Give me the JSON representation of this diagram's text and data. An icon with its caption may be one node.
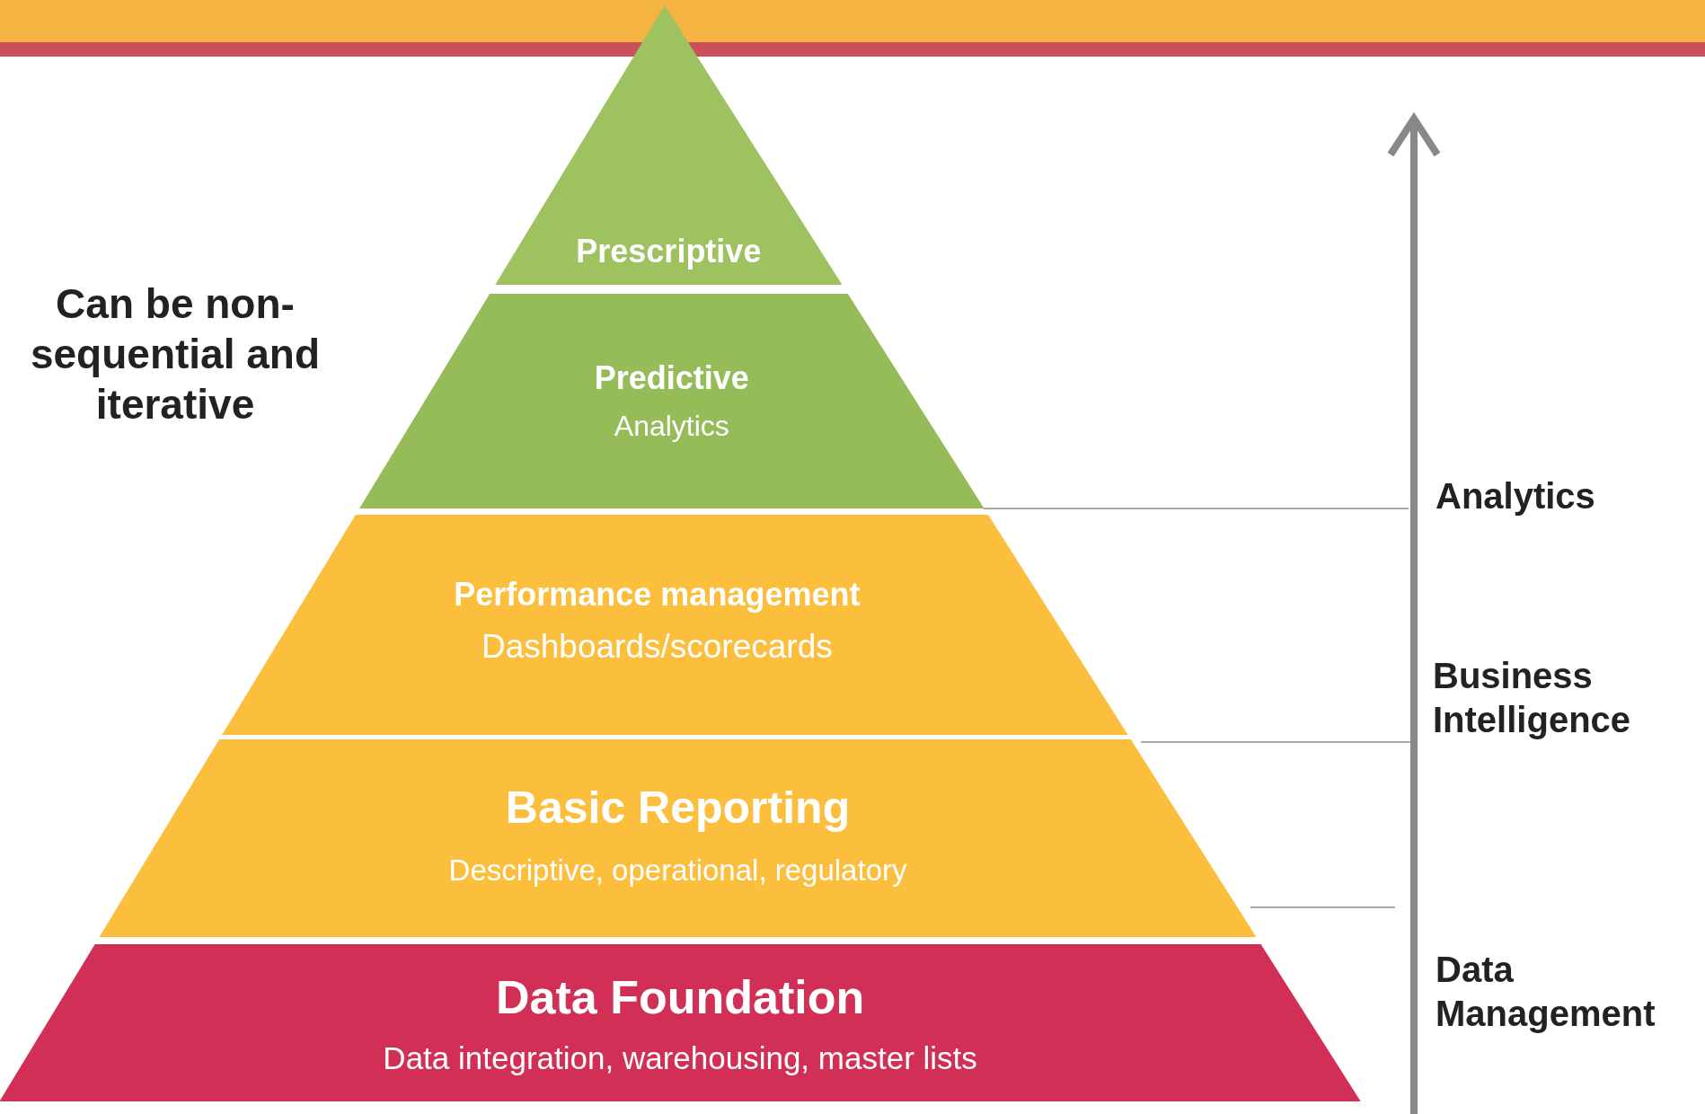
{
  "diagram": {
    "nodes": [
      {
        "text": [
          "Prescriptive"
        ]
      },
      {
        "text": [
          "Predictive",
          "Analytics"
        ]
      },
      {
        "text": [
          "Performance management",
          "Dashboards/scorecards"
        ]
      },
      {
        "text": [
          "Basic Reporting",
          "Descriptive, operational, regulatory"
        ]
      },
      {
        "text": [
          "Data Foundation",
          "Data integration, warehousing, master lists"
        ]
      }
    ],
    "labels": [
      "Can be non-sequential and iterative",
      "Analytics",
      "Business Intelligence",
      "Data Management"
    ]
  }
}
